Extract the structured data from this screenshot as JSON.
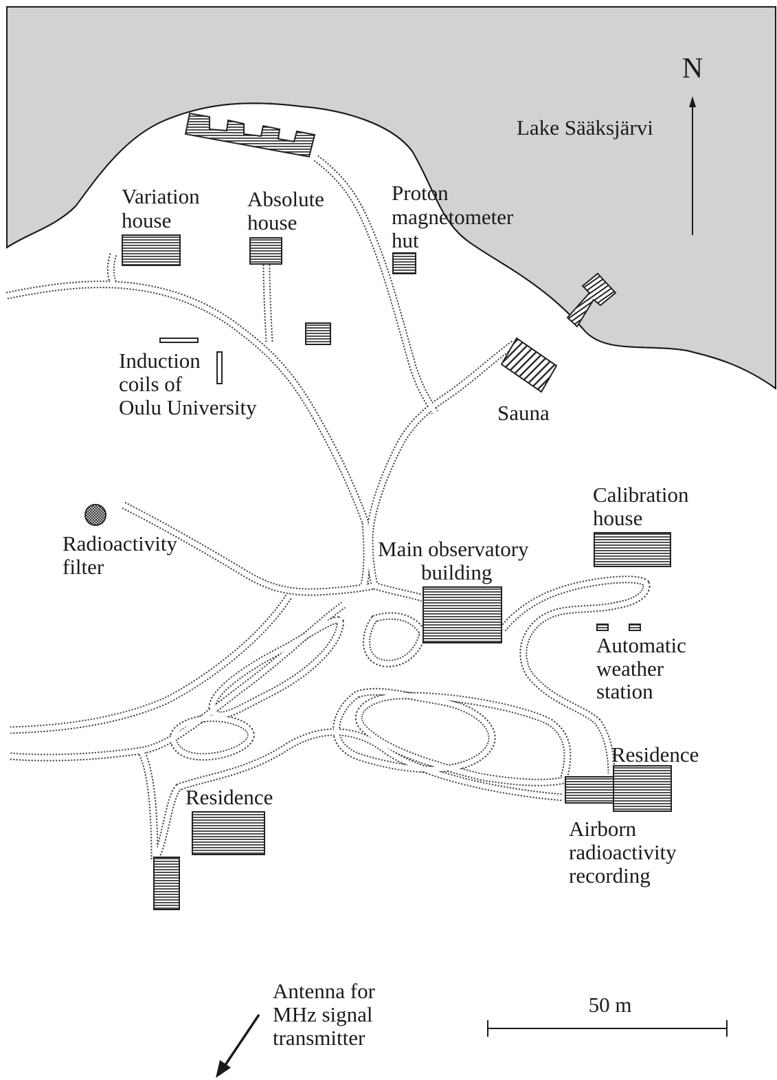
{
  "map": {
    "north_label": "N",
    "lake_label": "Lake Sääksjärvi",
    "colors": {
      "lake": "#d2d2d4",
      "ink": "#222222",
      "background": "#ffffff"
    },
    "labels": {
      "variation_house": [
        "Variation",
        "house"
      ],
      "absolute_house": [
        "Absolute",
        "house"
      ],
      "proton_hut": [
        "Proton",
        "magnetometer",
        "hut"
      ],
      "induction_coils": [
        "Induction",
        "coils of",
        "Oulu University"
      ],
      "sauna": [
        "Sauna"
      ],
      "radioactivity_filter": [
        "Radioactivity",
        "filter"
      ],
      "main_building": [
        "Main observatory",
        "building"
      ],
      "calibration_house": [
        "Calibration",
        "house"
      ],
      "weather_station": [
        "Automatic",
        "weather",
        "station"
      ],
      "residence_east": [
        "Residence"
      ],
      "residence_west": [
        "Residence"
      ],
      "airborn": [
        "Airborn",
        "radioactivity",
        "recording"
      ],
      "antenna": [
        "Antenna for",
        "MHz signal",
        "transmitter"
      ]
    },
    "scale_bar": {
      "label": "50 m",
      "length_m": 50
    },
    "icons": [
      "north-arrow-icon",
      "antenna-direction-arrow-icon"
    ]
  }
}
